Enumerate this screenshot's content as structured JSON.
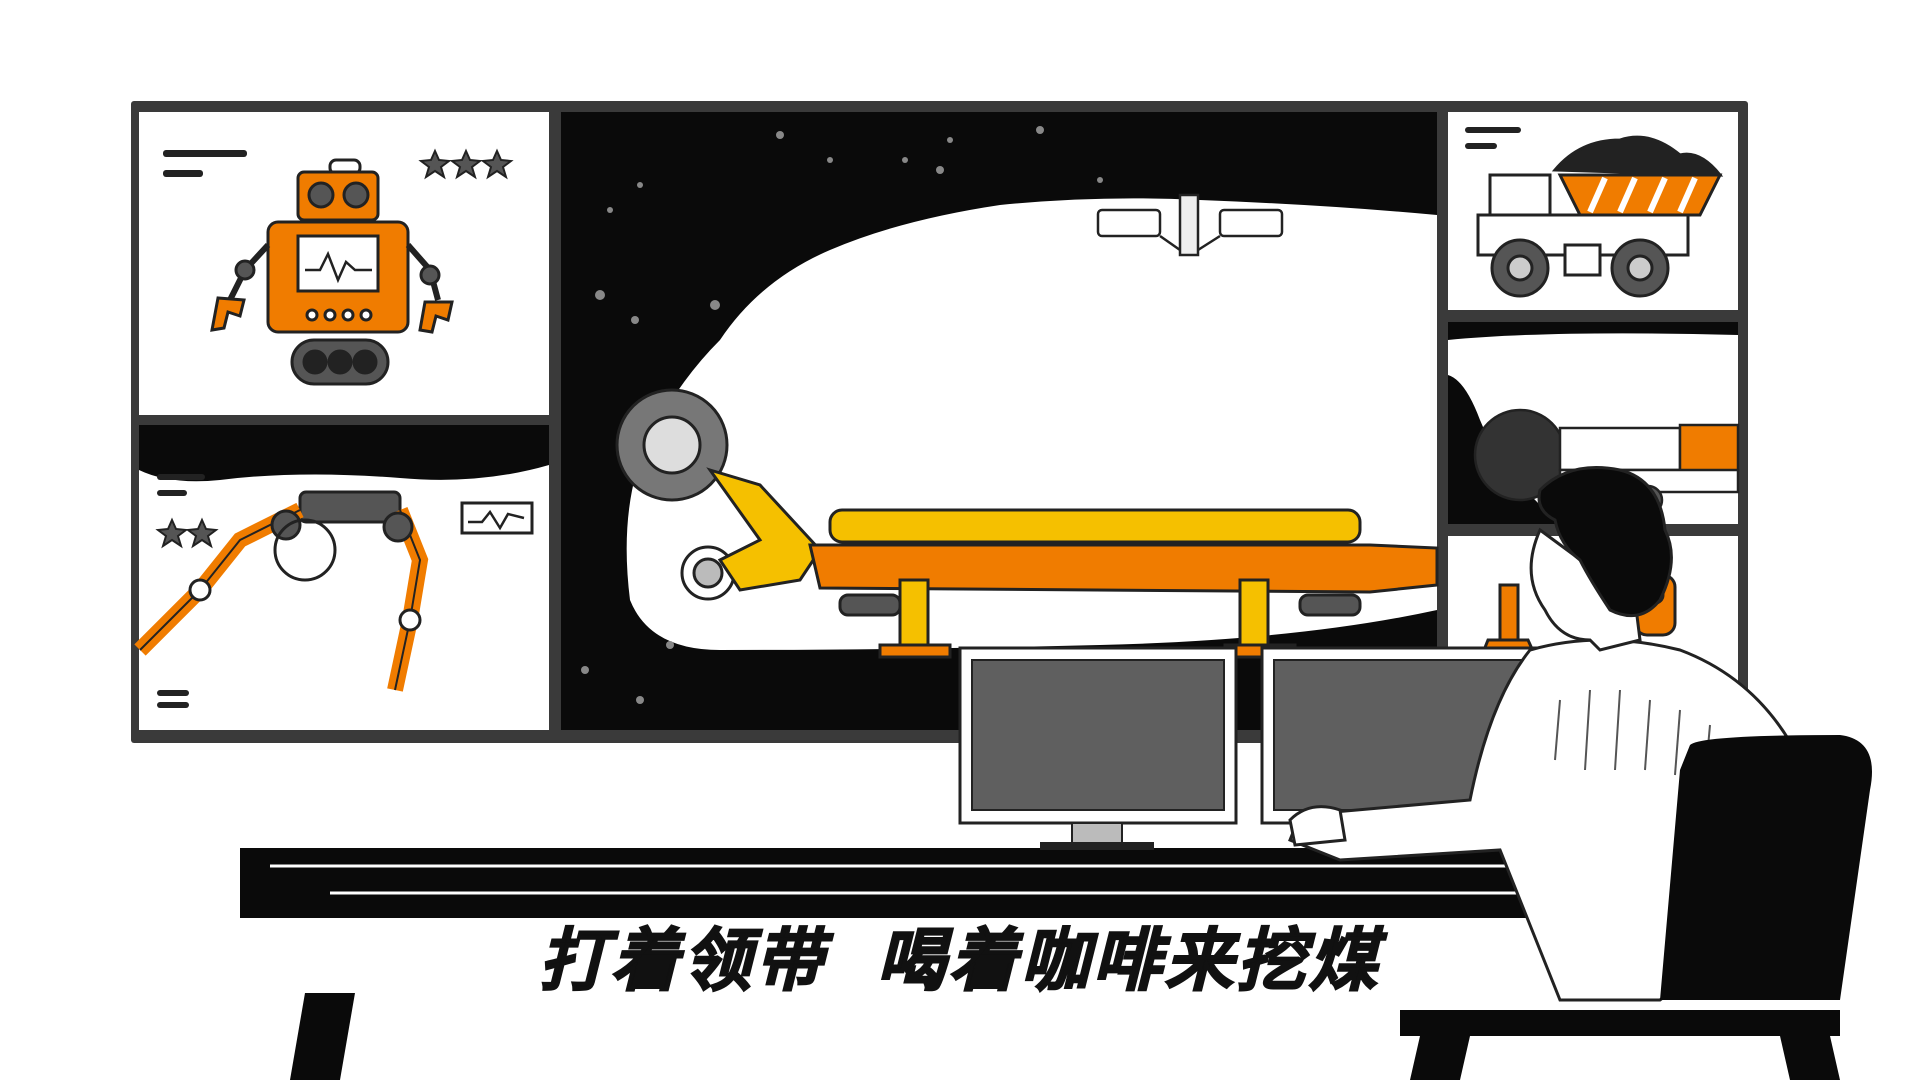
{
  "caption": {
    "left": "打着领带",
    "right": "喝着咖啡来挖煤"
  },
  "colors": {
    "accent_orange": "#f07c00",
    "accent_yellow": "#f5c000",
    "outline": "#222222",
    "screen_gray": "#5f5f5f",
    "background": "#ffffff"
  },
  "wall_display": {
    "panels": [
      {
        "name": "robot-panel",
        "icon": "robot-icon",
        "rating_stars": 3
      },
      {
        "name": "robotic-arms-panel",
        "icon": "robotic-arm-icon",
        "rating_stars": 2
      },
      {
        "name": "shearer-tunnel-panel",
        "icon": "coal-shearer-icon"
      },
      {
        "name": "dump-truck-panel",
        "icon": "dump-truck-icon"
      },
      {
        "name": "tunnel-boring-panel",
        "icon": "boring-machine-icon"
      },
      {
        "name": "arm-closeup-panel",
        "icon": "robotic-arm-icon"
      }
    ]
  },
  "desk": {
    "monitors": 2
  },
  "person": {
    "icon": "office-worker-icon"
  },
  "chair": {
    "icon": "chair-icon"
  }
}
